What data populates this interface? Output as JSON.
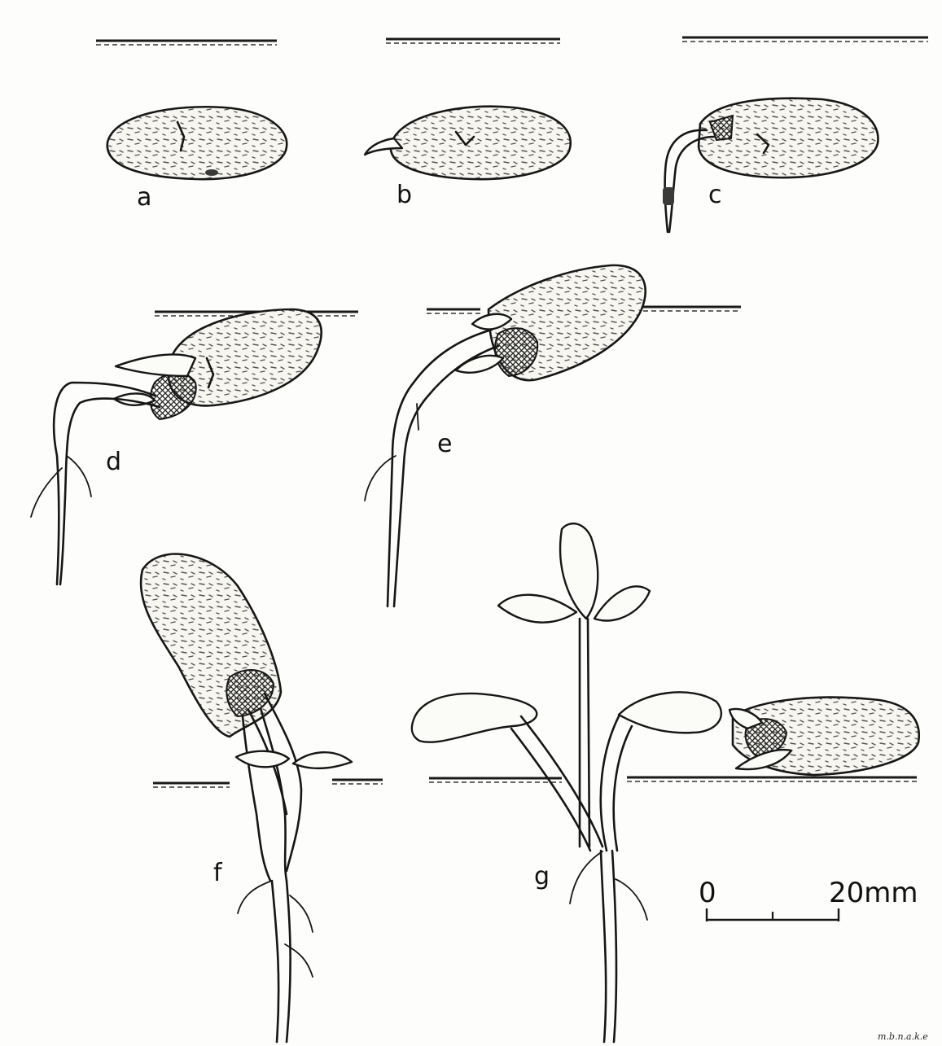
{
  "figure": {
    "panel_labels": [
      "a",
      "b",
      "c",
      "d",
      "e",
      "f",
      "g"
    ],
    "scale_bar": {
      "start_label": "0",
      "end_label": "20mm",
      "length_mm": 20
    },
    "signature": "m.b.n.a.k.e"
  }
}
